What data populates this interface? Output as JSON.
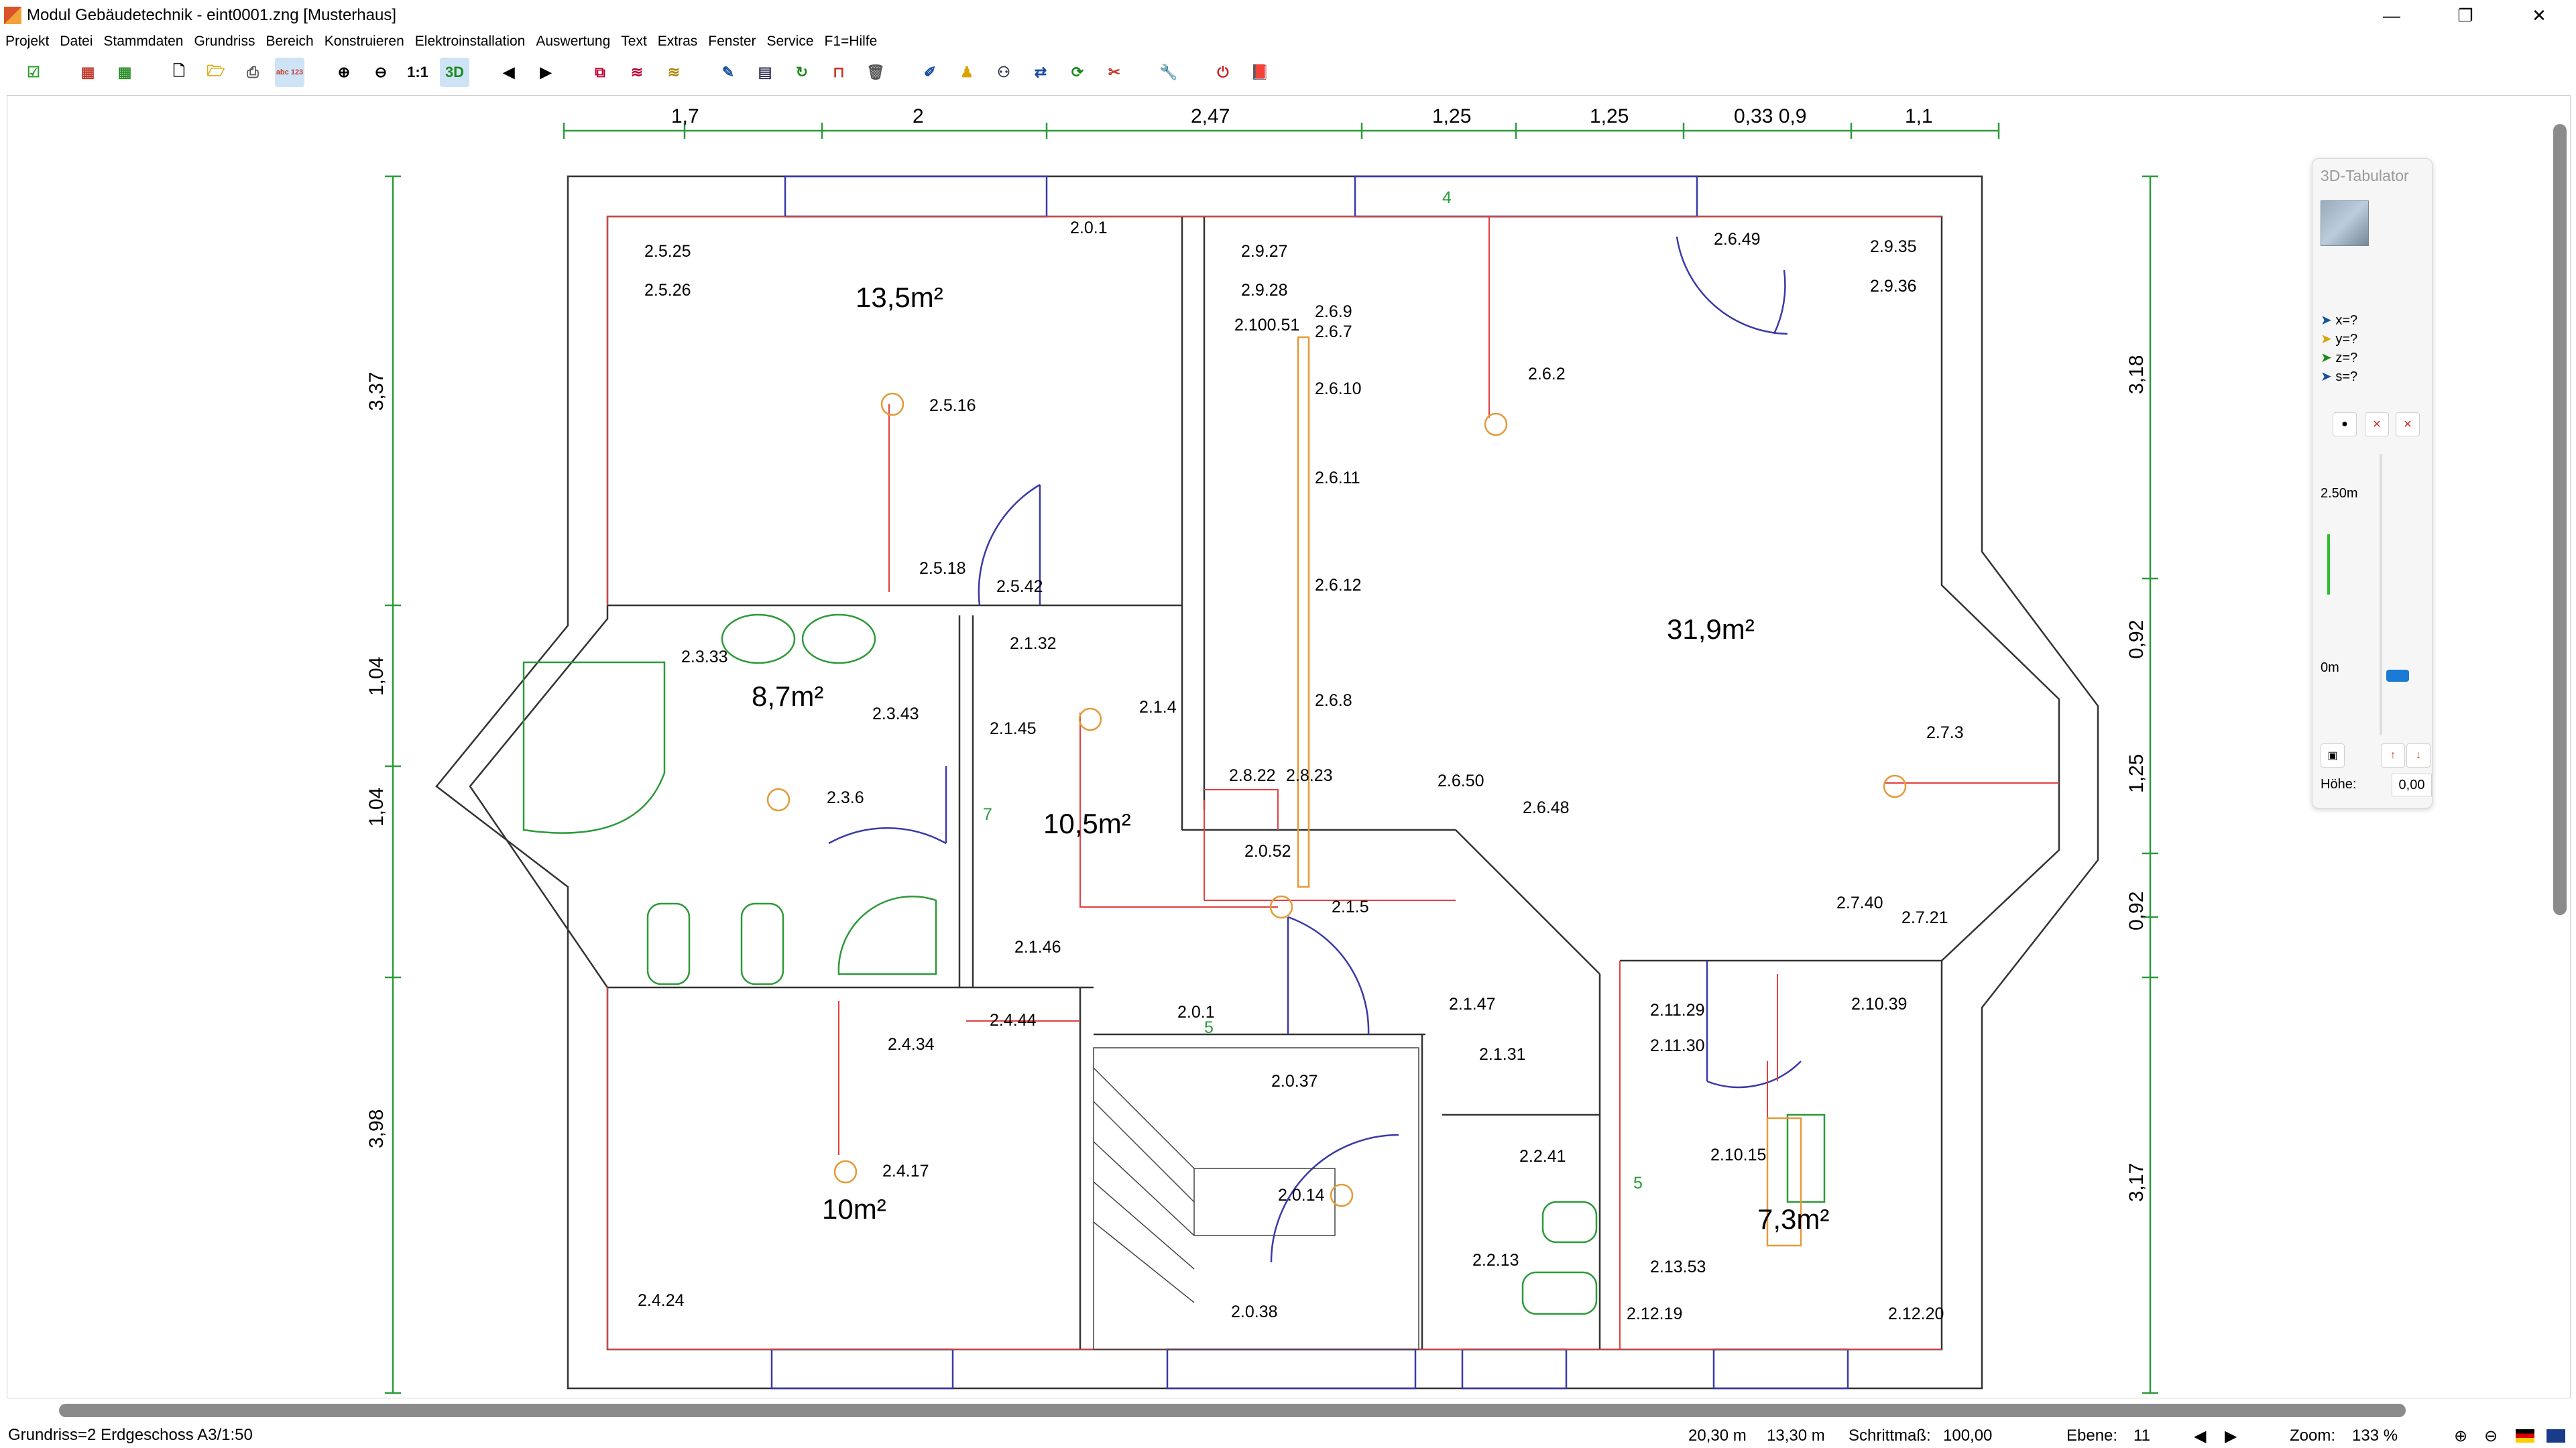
{
  "window": {
    "title": "Modul Gebäudetechnik - eint0001.zng [Musterhaus]",
    "minimize": "—",
    "maximize": "❐",
    "close": "✕"
  },
  "menu": [
    "Projekt",
    "Datei",
    "Stammdaten",
    "Grundriss",
    "Bereich",
    "Konstruieren",
    "Elektroinstallation",
    "Auswertung",
    "Text",
    "Extras",
    "Fenster",
    "Service",
    "F1=Hilfe"
  ],
  "toolbar": {
    "zoom_one_label": "1:1",
    "three_d_label": "3D",
    "abc_label": "abc 123",
    "prev": "◀",
    "next": "▶"
  },
  "plan": {
    "top_dimensions": [
      "1,7",
      "2",
      "2,47",
      "1,25",
      "1,25",
      "0,33 0,9",
      "1,1"
    ],
    "left_dimensions": [
      "3,37",
      "1,04",
      "1,04",
      "3,98"
    ],
    "right_dimensions": [
      "3,18",
      "0,92",
      "1,25",
      "0,92",
      "3,17"
    ],
    "rooms": [
      "13,5m²",
      "31,9m²",
      "8,7m²",
      "10,5m²",
      "10m²",
      "7,3m²"
    ],
    "labels": [
      "2.0.1",
      "2.5.25",
      "2.5.26",
      "2.5.16",
      "2.5.18",
      "2.5.42",
      "2.9.27",
      "2.9.28",
      "2.100.51",
      "2.6.9",
      "2.6.7",
      "2.6.10",
      "2.6.11",
      "2.6.12",
      "2.6.8",
      "2.6.49",
      "2.9.35",
      "2.9.36",
      "2.6.2",
      "2.3.33",
      "2.1.32",
      "2.3.43",
      "2.1.45",
      "2.1.4",
      "2.3.6",
      "2.8.22",
      "2.8.23",
      "2.6.50",
      "2.6.48",
      "2.7.3",
      "2.0.52",
      "2.1.5",
      "2.7.40",
      "2.7.21",
      "2.1.46",
      "2.4.44",
      "2.4.34",
      "2.0.1",
      "2.1.47",
      "2.11.29",
      "2.11.30",
      "2.10.39",
      "2.1.31",
      "2.0.37",
      "2.4.17",
      "2.2.41",
      "2.10.15",
      "2.0.14",
      "2.2.13",
      "2.13.53",
      "2.4.24",
      "2.0.38",
      "2.12.19",
      "2.12.20"
    ],
    "markers": [
      "4",
      "7",
      "5",
      "5"
    ]
  },
  "tabulator": {
    "title": "3D-Tabulator",
    "x": "x=?",
    "y": "y=?",
    "z": "z=?",
    "s": "s=?",
    "upper": "2.50m",
    "lower": "0m",
    "height_label": "Höhe:",
    "height_value": "0,00"
  },
  "status": {
    "left": "Grundriss=2  Erdgeschoss  A3/1:50",
    "x": "20,30 m",
    "y": "13,30 m",
    "step_label": "Schrittmaß:",
    "step_value": "100,00",
    "level_label": "Ebene:",
    "level_value": "11",
    "zoom_label": "Zoom:",
    "zoom_value": "133 %"
  }
}
